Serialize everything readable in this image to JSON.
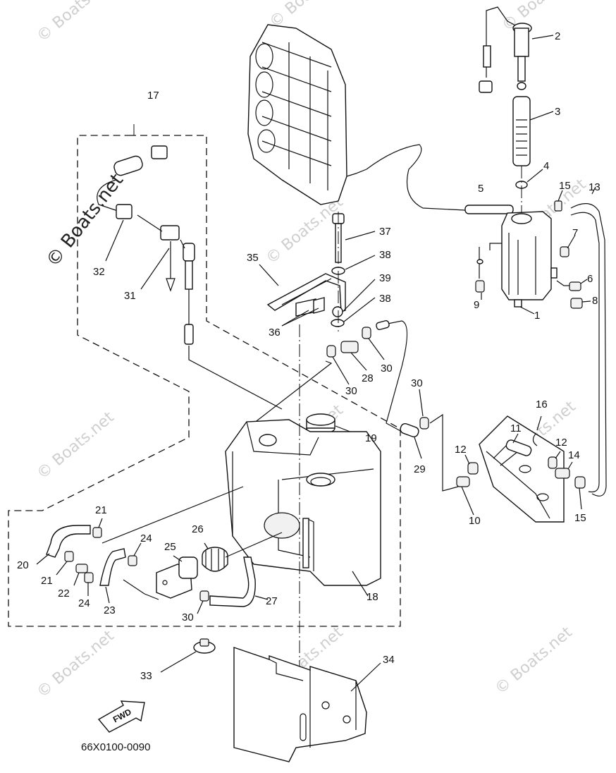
{
  "diagram": {
    "part_code": "66X0100-0090",
    "fwd_label": "FWD",
    "watermark": "© Boats.net",
    "callouts": {
      "c1": "1",
      "c2": "2",
      "c3": "3",
      "c4": "4",
      "c5": "5",
      "c6": "6",
      "c7": "7",
      "c8": "8",
      "c9": "9",
      "c10": "10",
      "c11": "11",
      "c12a": "12",
      "c12b": "12",
      "c13": "13",
      "c14": "14",
      "c15a": "15",
      "c15b": "15",
      "c16": "16",
      "c17": "17",
      "c18": "18",
      "c19": "19",
      "c20": "20",
      "c21a": "21",
      "c21b": "21",
      "c22": "22",
      "c23": "23",
      "c24a": "24",
      "c24b": "24",
      "c25": "25",
      "c26": "26",
      "c27": "27",
      "c28": "28",
      "c29": "29",
      "c30a": "30",
      "c30b": "30",
      "c30c": "30",
      "c30d": "30",
      "c31": "31",
      "c32": "32",
      "c33": "33",
      "c34": "34",
      "c35": "35",
      "c36": "36",
      "c37": "37",
      "c38a": "38",
      "c38b": "38",
      "c39": "39"
    }
  }
}
